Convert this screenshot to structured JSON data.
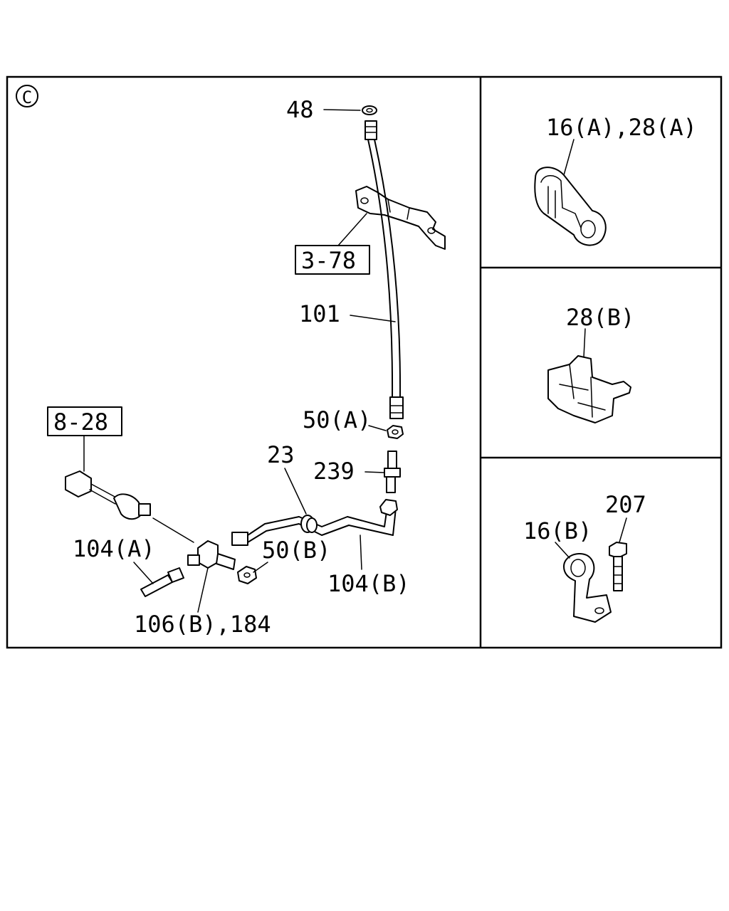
{
  "section_mark": "C",
  "labels": {
    "p48": "48",
    "p3_78": "3-78",
    "p101": "101",
    "p50a": "50(A)",
    "p8_28": "8-28",
    "p23": "23",
    "p239": "239",
    "p104a": "104(A)",
    "p50b": "50(B)",
    "p104b": "104(B)",
    "p106b_184": "106(B),184",
    "p16a_28a": "16(A),28(A)",
    "p28b": "28(B)",
    "p207": "207",
    "p16b": "16(B)"
  }
}
